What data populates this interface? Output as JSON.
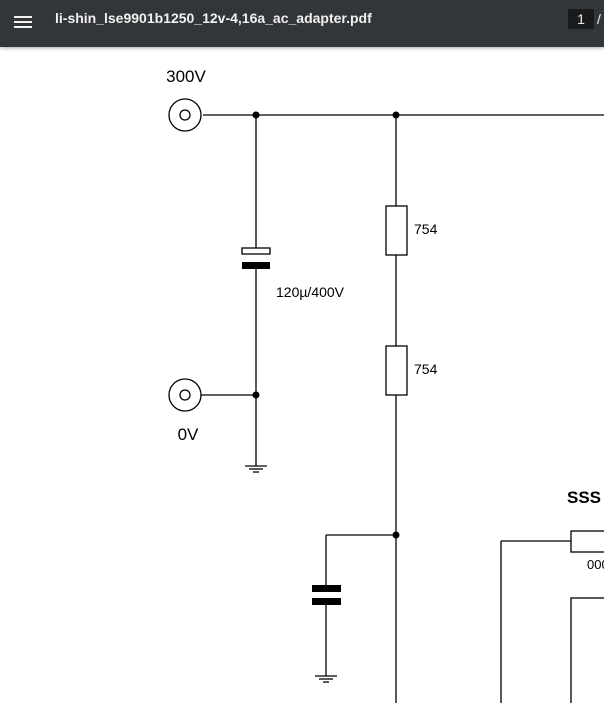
{
  "toolbar": {
    "menu_icon": "hamburger-menu-icon",
    "title": "li-shin_lse9901b1250_12v-4,16a_ac_adapter.pdf",
    "page_current": "1",
    "page_separator": "/"
  },
  "schematic": {
    "terminal_top_label": "300V",
    "terminal_bottom_label": "0V",
    "capacitor_main_label": "120µ/400V",
    "resistor_1_label": "754",
    "resistor_2_label": "754",
    "ic_label_partial": "SSS",
    "resistor_3_label_partial": "000"
  },
  "colors": {
    "toolbar_bg": "#323639",
    "toolbar_text": "#f1f1f1"
  }
}
